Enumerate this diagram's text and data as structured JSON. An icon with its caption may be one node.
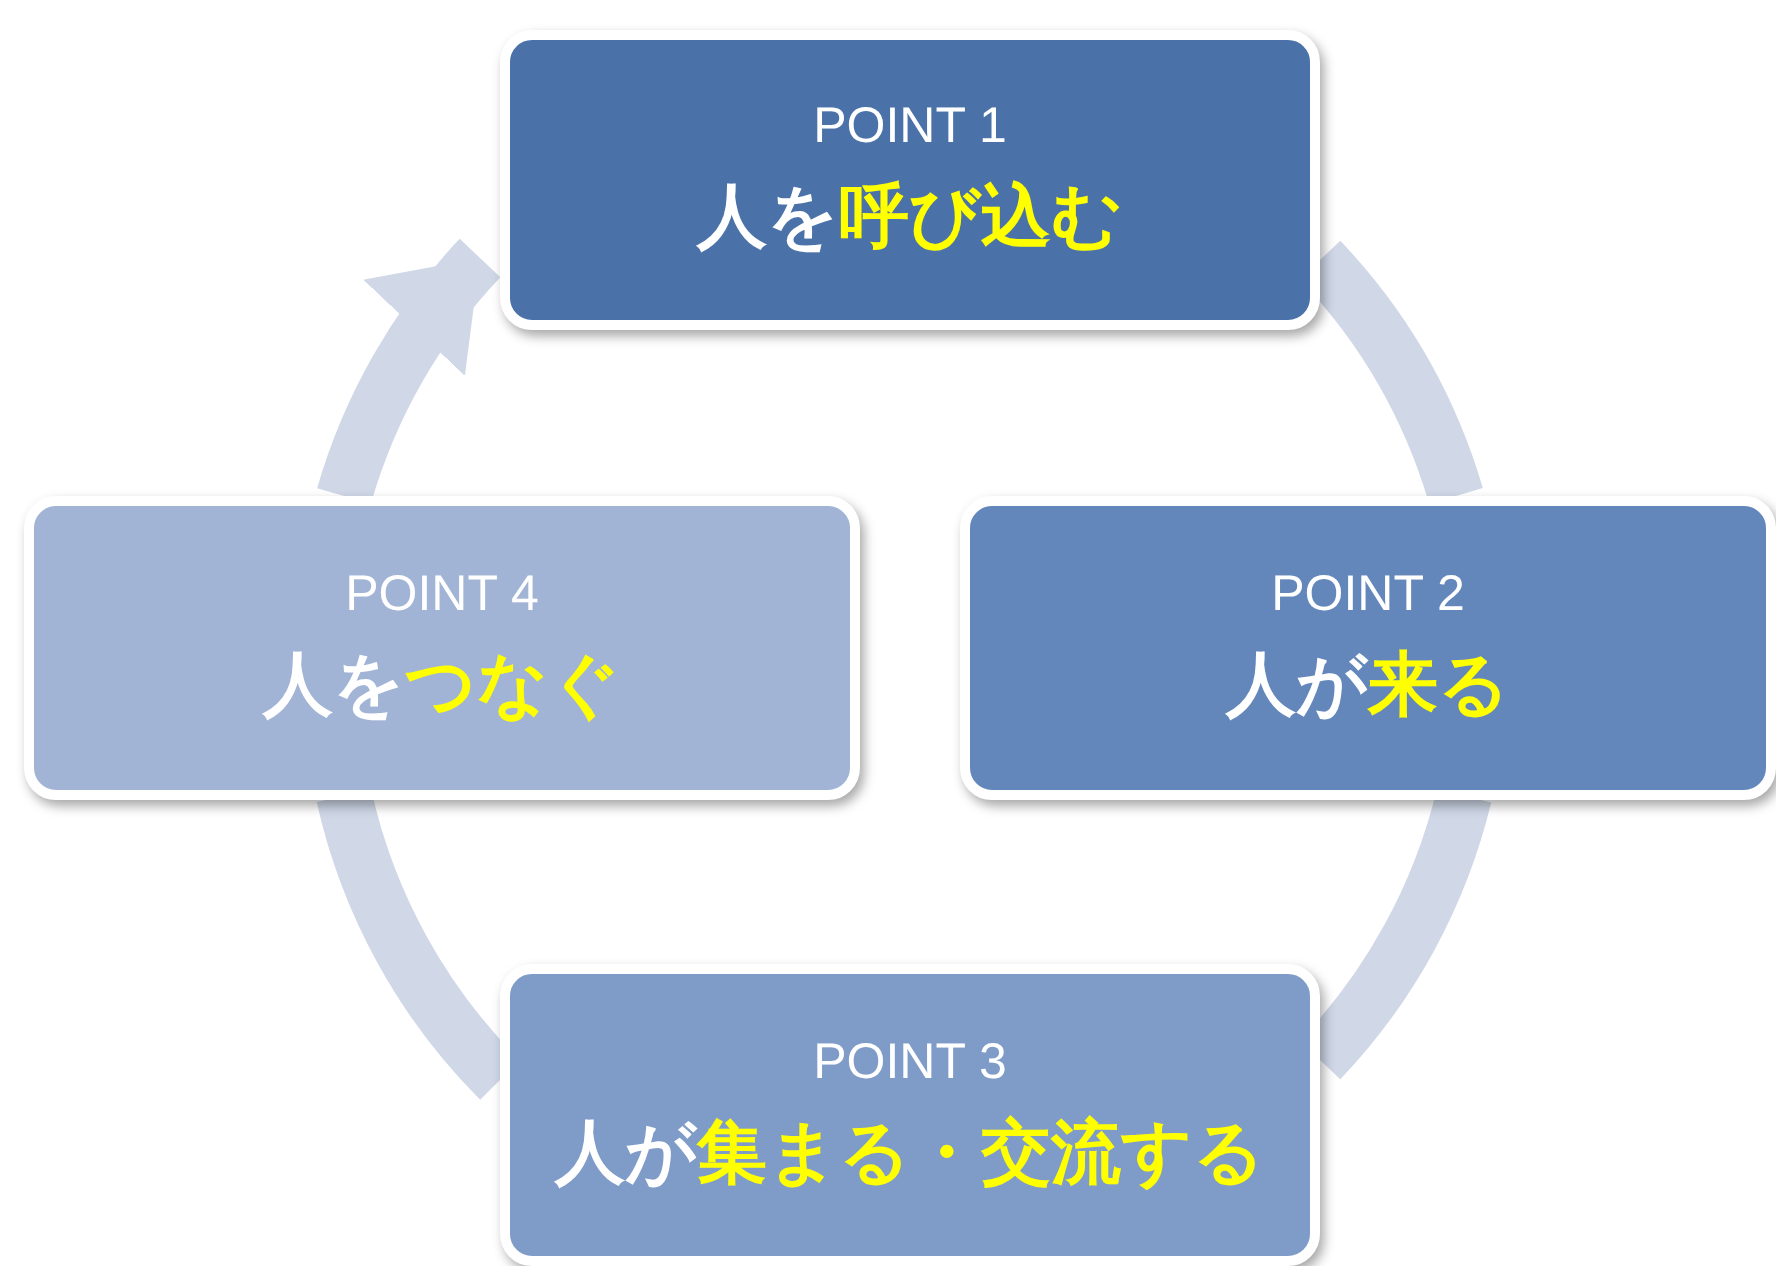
{
  "diagram": {
    "nodes": [
      {
        "text": [
          "POINT 1",
          "人を**呼び込む**"
        ]
      },
      {
        "text": [
          "POINT 2",
          "人が**来る**"
        ]
      },
      {
        "text": [
          "POINT 3",
          "人が**集まる・交流する**"
        ]
      },
      {
        "text": [
          "POINT 4",
          "人を**つなぐ**"
        ]
      }
    ],
    "edges": [
      {
        "from": 0,
        "to": 1,
        "arrow": "none"
      },
      {
        "from": 1,
        "to": 2,
        "arrow": "none"
      },
      {
        "from": 2,
        "to": 3,
        "arrow": "none"
      },
      {
        "from": 3,
        "to": 0,
        "arrow": "to"
      }
    ]
  }
}
